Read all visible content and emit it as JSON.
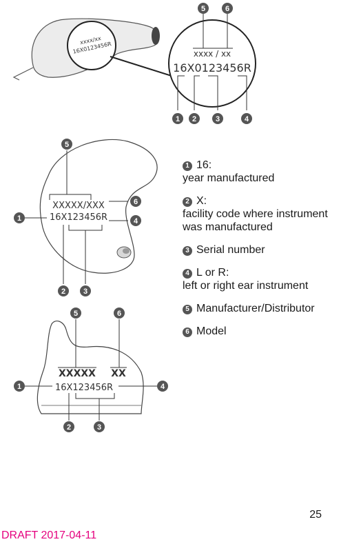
{
  "figures": {
    "top": {
      "small_model": "xxxx/xx",
      "small_serial": "16X0123456R",
      "model_text": "xxxx / xx",
      "serial_text": "16X0123456R"
    },
    "middle": {
      "model_text": "XXXXX/XXX",
      "serial_text": "16X123456R"
    },
    "bottom": {
      "manufacturer_text": "XXXXX",
      "model_text": "XX",
      "serial_text": "16X123456R"
    },
    "badges": [
      "1",
      "2",
      "3",
      "4",
      "5",
      "6"
    ]
  },
  "legend": [
    {
      "num": "1",
      "title": "16:",
      "desc": "year manufactured"
    },
    {
      "num": "2",
      "title": "X:",
      "desc": "facility code where instrument was manufactured"
    },
    {
      "num": "3",
      "title": "Serial number",
      "desc": ""
    },
    {
      "num": "4",
      "title": "L or R:",
      "desc": "left or right ear instrument"
    },
    {
      "num": "5",
      "title": "Manufacturer/Distributor",
      "desc": ""
    },
    {
      "num": "6",
      "title": "Model",
      "desc": ""
    }
  ],
  "page_number": "25",
  "draft_stamp": "DRAFT 2017-04-11"
}
